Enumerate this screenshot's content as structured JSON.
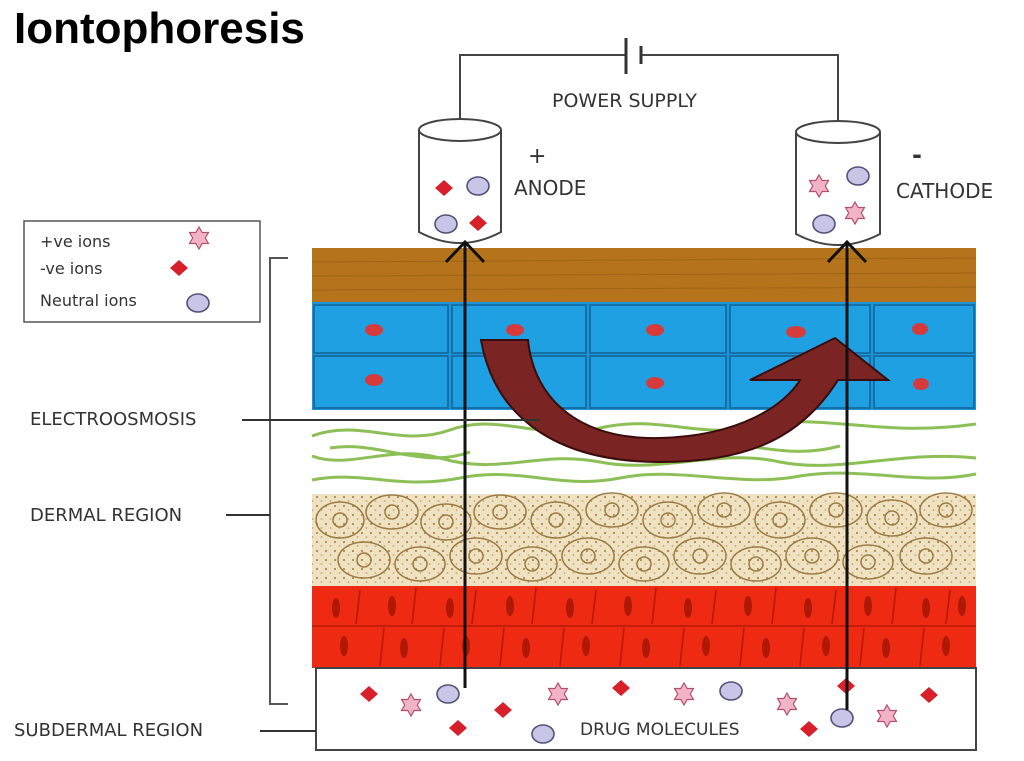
{
  "title": "Iontophoresis",
  "labels": {
    "power_supply": "POWER SUPPLY",
    "anode_sign": "+",
    "anode": "ANODE",
    "cathode_sign": "-",
    "cathode": "CATHODE",
    "electroosmosis": "ELECTROOSMOSIS",
    "dermal_region": "DERMAL REGION",
    "subdermal_region": "SUBDERMAL REGION",
    "drug_molecules": "DRUG MOLECULES"
  },
  "legend": {
    "items": [
      {
        "label": "+ve ions",
        "icon": "star-icon"
      },
      {
        "label": "-ve ions",
        "icon": "diamond-icon"
      },
      {
        "label": "Neutral ions",
        "icon": "circle-icon"
      }
    ]
  },
  "colors": {
    "stratum": "#b5741c",
    "epidermis_cells": "#1ea0e2",
    "cell_nucleus": "#d63a3a",
    "blood_layer": "#ee2a12",
    "arrow": "#7a2424",
    "star": "#f3b3c6",
    "diamond": "#d8202a",
    "circle": "#c8c5e6"
  }
}
